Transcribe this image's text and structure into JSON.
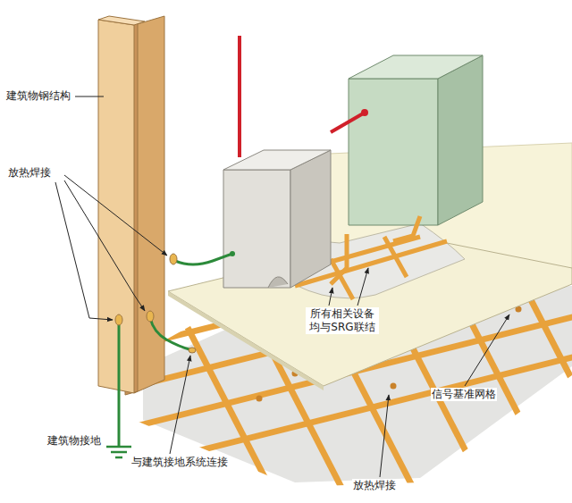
{
  "diagram": {
    "labels": [
      "建筑物钢结构",
      "放热焊接",
      "所有相关设备 均与SRG联结",
      "信号基准网格",
      "建筑物接地",
      "与建筑接地系统连接",
      "放热焊接"
    ]
  }
}
